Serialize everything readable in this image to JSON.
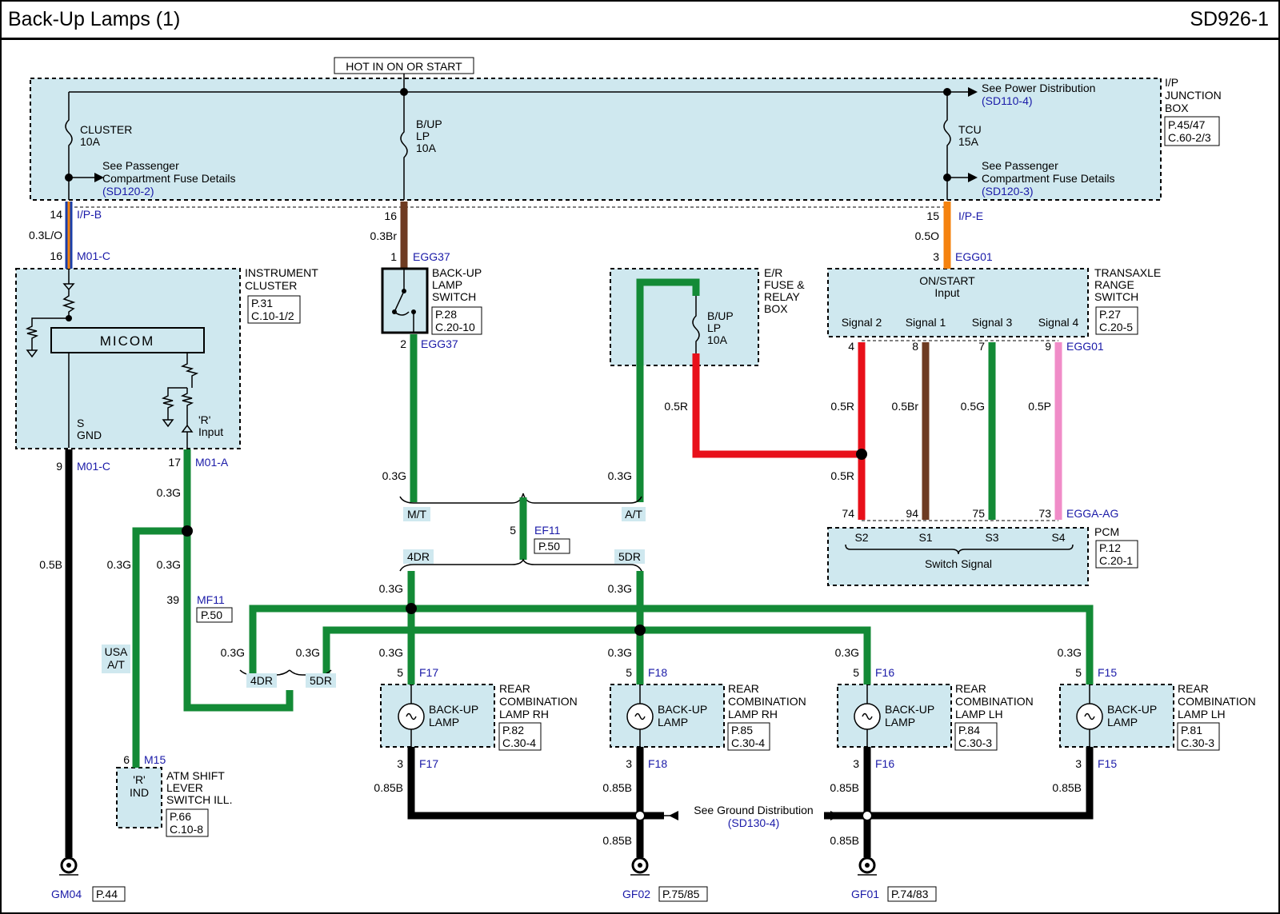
{
  "title": "Back-Up Lamps (1)",
  "code": "SD926-1",
  "hot_label": "HOT IN ON OR START",
  "junction_box": {
    "name_lines": [
      "I/P",
      "JUNCTION",
      "BOX"
    ],
    "ref_lines": [
      "P.45/47",
      "C.60-2/3"
    ]
  },
  "power_dist": {
    "text": "See Power Distribution",
    "ref": "(SD110-4)"
  },
  "fuses": [
    {
      "name": "CLUSTER",
      "rating": "10A"
    },
    {
      "name_lines": [
        "B/UP",
        "LP"
      ],
      "rating": "10A"
    },
    {
      "name": "TCU",
      "rating": "15A"
    }
  ],
  "pass_fuse": [
    {
      "lines": [
        "See Passenger",
        "Compartment Fuse Details"
      ],
      "ref": "(SD120-2)"
    },
    {
      "lines": [
        "See Passenger",
        "Compartment Fuse Details"
      ],
      "ref": "(SD120-3)"
    }
  ],
  "cluster": {
    "name_lines": [
      "INSTRUMENT",
      "CLUSTER"
    ],
    "ref_lines": [
      "P.31",
      "C.10-1/2"
    ],
    "micom": "MICOM",
    "sgnd_lines": [
      "S",
      "GND"
    ],
    "r_input_lines": [
      "'R'",
      "Input"
    ],
    "pins": {
      "p14": "14",
      "c14": "I/P-B",
      "wire1": "0.3L/O",
      "p16": "16",
      "c16": "M01-C",
      "p9": "9",
      "c9": "M01-C",
      "p17": "17",
      "c17": "M01-A"
    }
  },
  "backup_switch": {
    "name_lines": [
      "BACK-UP",
      "LAMP",
      "SWITCH"
    ],
    "ref_lines": [
      "P.28",
      "C.20-10"
    ],
    "p16": "16",
    "w_in": "0.3Br",
    "p1": "1",
    "c1": "EGG37",
    "p2": "2",
    "c2": "EGG37"
  },
  "er_box": {
    "name_lines": [
      "E/R",
      "FUSE &",
      "RELAY",
      "BOX"
    ],
    "fuse_lines": [
      "B/UP",
      "LP",
      "10A"
    ]
  },
  "trs": {
    "name_lines": [
      "TRANSAXLE",
      "RANGE",
      "SWITCH"
    ],
    "ref_lines": [
      "P.27",
      "C.20-5"
    ],
    "input_lines": [
      "ON/START",
      "Input"
    ],
    "p15": "15",
    "c15": "I/P-E",
    "w_in": "0.5O",
    "p3": "3",
    "c3": "EGG01",
    "signals": [
      "Signal 2",
      "Signal 1",
      "Signal 3",
      "Signal 4"
    ],
    "pins": [
      "4",
      "8",
      "7",
      "9"
    ],
    "conn": "EGG01"
  },
  "pcm": {
    "name": "PCM",
    "ref_lines": [
      "P.12",
      "C.20-1"
    ],
    "pins": [
      "74",
      "94",
      "75",
      "73"
    ],
    "labels": [
      "S2",
      "S1",
      "S3",
      "S4"
    ],
    "conn": "EGGA-AG",
    "switch_signal": "Switch Signal"
  },
  "wires": {
    "w05r": "0.5R",
    "w05br": "0.5Br",
    "w05g": "0.5G",
    "w05p": "0.5P",
    "w03g": "0.3G",
    "w05b": "0.5B",
    "w085b": "0.85B"
  },
  "tags": {
    "mt": "M/T",
    "at": "A/T",
    "dr4": "4DR",
    "dr5": "5DR",
    "usa_at": [
      "USA",
      "A/T"
    ]
  },
  "ef11": {
    "pin": "5",
    "name": "EF11",
    "ref": "P.50"
  },
  "mf11": {
    "pin": "39",
    "name": "MF11",
    "ref": "P.50"
  },
  "atm": {
    "pin": "6",
    "conn": "M15",
    "ind_lines": [
      "'R'",
      "IND"
    ],
    "name_lines": [
      "ATM SHIFT",
      "LEVER",
      "SWITCH ILL."
    ],
    "ref_lines": [
      "P.66",
      "C.10-8"
    ]
  },
  "lamps": [
    {
      "conn": "F17",
      "name_lines": [
        "REAR",
        "COMBINATION",
        "LAMP RH"
      ],
      "ref_lines": [
        "P.82",
        "C.30-4"
      ]
    },
    {
      "conn": "F18",
      "name_lines": [
        "REAR",
        "COMBINATION",
        "LAMP RH"
      ],
      "ref_lines": [
        "P.85",
        "C.30-4"
      ]
    },
    {
      "conn": "F16",
      "name_lines": [
        "REAR",
        "COMBINATION",
        "LAMP LH"
      ],
      "ref_lines": [
        "P.84",
        "C.30-3"
      ]
    },
    {
      "conn": "F15",
      "name_lines": [
        "REAR",
        "COMBINATION",
        "LAMP LH"
      ],
      "ref_lines": [
        "P.81",
        "C.30-3"
      ]
    }
  ],
  "lamp_label_lines": [
    "BACK-UP",
    "LAMP"
  ],
  "lamp_pins": {
    "top": "5",
    "bottom": "3"
  },
  "ground_dist": {
    "text": "See Ground Distribution",
    "ref": "(SD130-4)"
  },
  "grounds": [
    {
      "name": "GM04",
      "ref": "P.44"
    },
    {
      "name": "GF02",
      "ref": "P.75/85"
    },
    {
      "name": "GF01",
      "ref": "P.74/83"
    }
  ]
}
